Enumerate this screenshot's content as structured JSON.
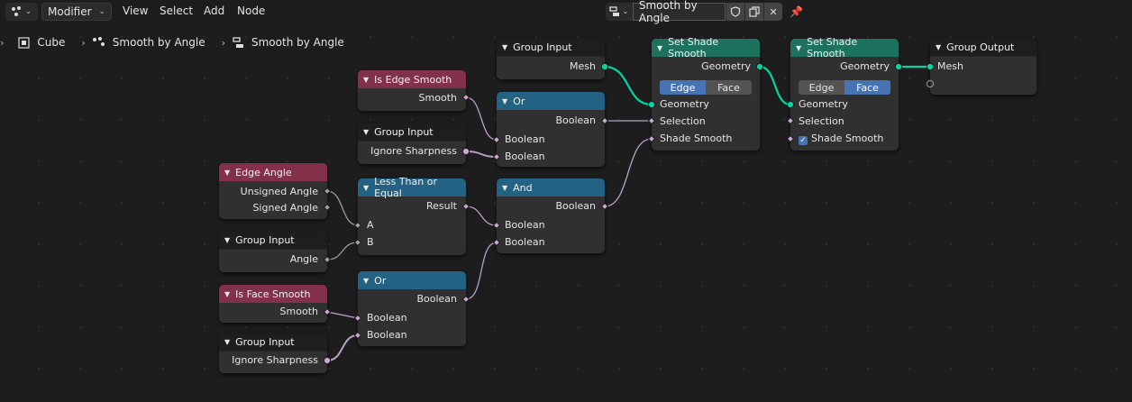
{
  "header": {
    "mode": "Modifier",
    "menus": [
      "View",
      "Select",
      "Add",
      "Node"
    ],
    "node_group_name": "Smooth by Angle"
  },
  "breadcrumb": [
    "Cube",
    "Smooth by Angle",
    "Smooth by Angle"
  ],
  "nodes": {
    "group_input_1": {
      "title": "Group Input",
      "outputs": [
        "Mesh"
      ]
    },
    "set_shade_1": {
      "title": "Set Shade Smooth",
      "output": "Geometry",
      "domain_options": [
        "Edge",
        "Face"
      ],
      "domain_selected": "Edge",
      "inputs": [
        "Geometry",
        "Selection",
        "Shade Smooth"
      ]
    },
    "set_shade_2": {
      "title": "Set Shade Smooth",
      "output": "Geometry",
      "domain_options": [
        "Edge",
        "Face"
      ],
      "domain_selected": "Face",
      "inputs": [
        "Geometry",
        "Selection",
        "Shade Smooth"
      ],
      "shade_smooth_checked": true
    },
    "group_output": {
      "title": "Group Output",
      "inputs": [
        "Mesh"
      ]
    },
    "is_edge_smooth": {
      "title": "Is Edge Smooth",
      "outputs": [
        "Smooth"
      ]
    },
    "or_1": {
      "title": "Or",
      "output": "Boolean",
      "inputs": [
        "Boolean",
        "Boolean"
      ]
    },
    "group_input_2": {
      "title": "Group Input",
      "outputs": [
        "Ignore Sharpness"
      ]
    },
    "edge_angle": {
      "title": "Edge Angle",
      "outputs": [
        "Unsigned Angle",
        "Signed Angle"
      ]
    },
    "less_than": {
      "title": "Less Than or Equal",
      "output": "Result",
      "inputs": [
        "A",
        "B"
      ]
    },
    "and": {
      "title": "And",
      "output": "Boolean",
      "inputs": [
        "Boolean",
        "Boolean"
      ]
    },
    "group_input_3": {
      "title": "Group Input",
      "outputs": [
        "Angle"
      ]
    },
    "or_2": {
      "title": "Or",
      "output": "Boolean",
      "inputs": [
        "Boolean",
        "Boolean"
      ]
    },
    "is_face_smooth": {
      "title": "Is Face Smooth",
      "outputs": [
        "Smooth"
      ]
    },
    "group_input_4": {
      "title": "Group Input",
      "outputs": [
        "Ignore Sharpness"
      ]
    }
  },
  "colors": {
    "background": "#1d1d1d",
    "node_body": "#303030",
    "input_header": "#1e1e1e",
    "attribute_header": "#83314a",
    "function_header": "#246283",
    "geometry_header": "#1d725e",
    "geometry_socket": "#00d6a3",
    "boolean_socket": "#cca6d6",
    "float_socket": "#a1a1a1",
    "selected_option": "#4772b3"
  }
}
